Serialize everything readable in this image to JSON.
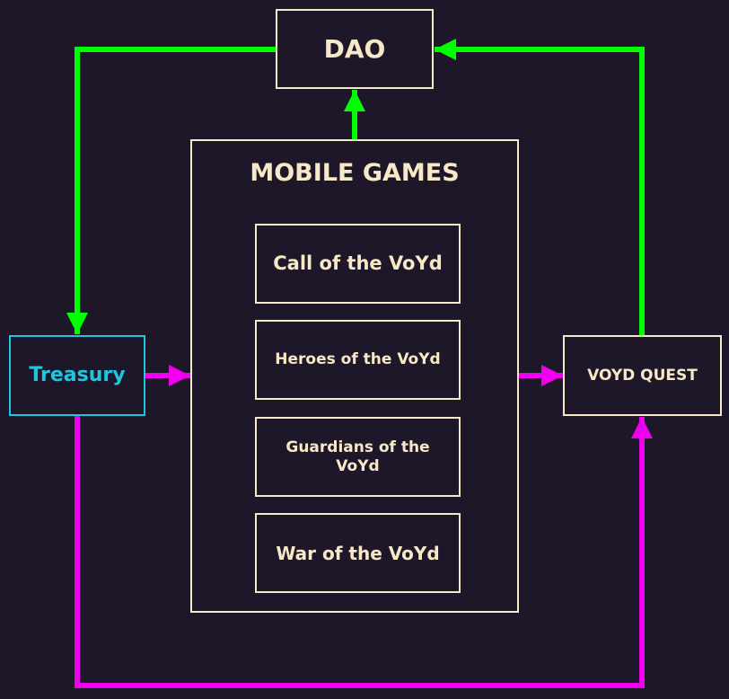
{
  "diagram": {
    "dao": {
      "label": "DAO"
    },
    "mobile_games": {
      "title": "MOBILE GAMES",
      "games": [
        {
          "label": "Call of the VoYd"
        },
        {
          "label": "Heroes of the VoYd"
        },
        {
          "label": "Guardians of the VoYd"
        },
        {
          "label": "War of the VoYd"
        }
      ]
    },
    "treasury": {
      "label": "Treasury"
    },
    "voyd_quest": {
      "label": "VOYD QUEST"
    }
  },
  "colors": {
    "background": "#1e1729",
    "box_border": "#f7e9c8",
    "text": "#f7e9c8",
    "treasury": "#1fc6e0",
    "green_flow": "#00ff00",
    "magenta_flow": "#ee00ee"
  }
}
